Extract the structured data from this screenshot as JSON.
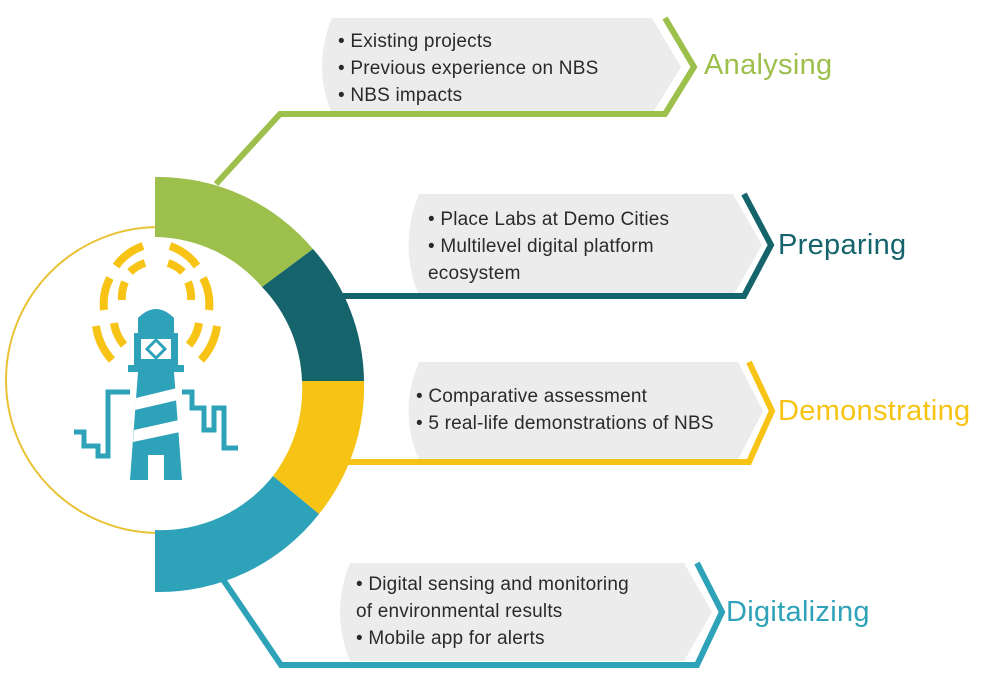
{
  "stages": [
    {
      "key": "analysing",
      "label": "Analysing",
      "color": "#9dbf4c",
      "lines": [
        "• Existing projects",
        "• Previous experience on NBS",
        "• NBS impacts"
      ]
    },
    {
      "key": "preparing",
      "label": "Preparing",
      "color": "#15646b",
      "lines": [
        "• Place Labs at Demo Cities",
        "• Multilevel digital platform",
        "ecosystem"
      ]
    },
    {
      "key": "demonstrating",
      "label": "Demonstrating",
      "color": "#f7c315",
      "lines": [
        "• Comparative assessment",
        "• 5 real-life demonstrations of NBS"
      ]
    },
    {
      "key": "digitalizing",
      "label": "Digitalizing",
      "color": "#2ea2b8",
      "lines": [
        "• Digital sensing and monitoring",
        "of environmental results",
        "• Mobile app for alerts"
      ]
    }
  ],
  "center": {
    "icon": "lighthouse-icon",
    "ring_color": "#e8c234",
    "panel_color": "#ececec"
  }
}
